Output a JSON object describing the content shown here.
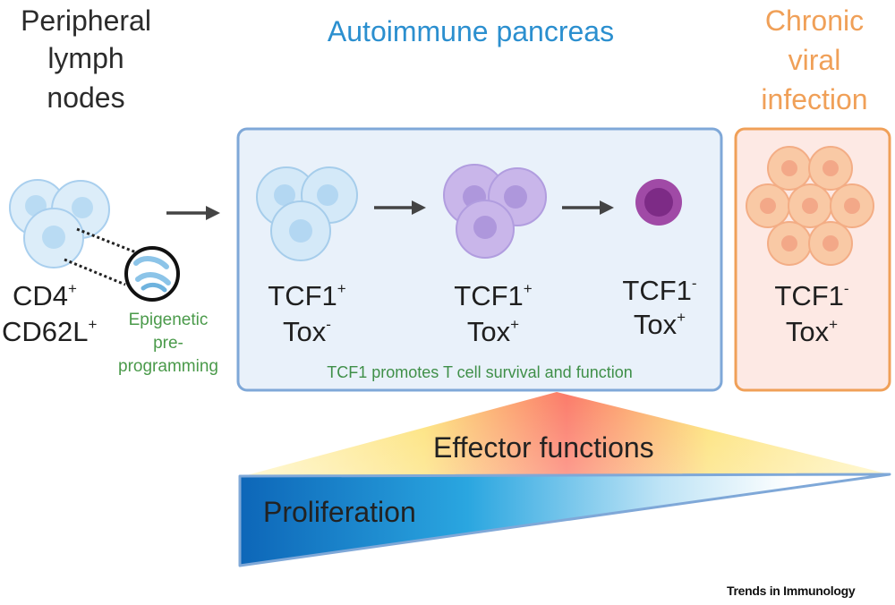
{
  "headers": {
    "lymph_line1": "Peripheral",
    "lymph_line2": "lymph",
    "lymph_line3": "nodes",
    "pancreas": "Autoimmune pancreas",
    "viral_line1": "Chronic",
    "viral_line2": "viral",
    "viral_line3": "infection"
  },
  "naive": {
    "line1_base": "CD4",
    "line1_sup": "+",
    "line2_base": "CD62L",
    "line2_sup": "+"
  },
  "epigenetic": {
    "line1": "Epigenetic",
    "line2": "pre-",
    "line3": "programming"
  },
  "stages": [
    {
      "l1_base": "TCF1",
      "l1_sup": "+",
      "l2_base": "Tox",
      "l2_sup": "-"
    },
    {
      "l1_base": "TCF1",
      "l1_sup": "+",
      "l2_base": "Tox",
      "l2_sup": "+"
    },
    {
      "l1_base": "TCF1",
      "l1_sup": "-",
      "l2_base": "Tox",
      "l2_sup": "+"
    }
  ],
  "viral_stage": {
    "l1_base": "TCF1",
    "l1_sup": "-",
    "l2_base": "Tox",
    "l2_sup": "+"
  },
  "pancreas_note": "TCF1 promotes T cell survival and function",
  "gradients": {
    "effector": "Effector functions",
    "proliferation": "Proliferation"
  },
  "footer": "Trends in Immunology",
  "colors": {
    "pancreas_border": "#7fa8d8",
    "pancreas_fill": "#e9f1fa",
    "viral_border": "#f0a058",
    "viral_fill": "#fde9e4"
  }
}
